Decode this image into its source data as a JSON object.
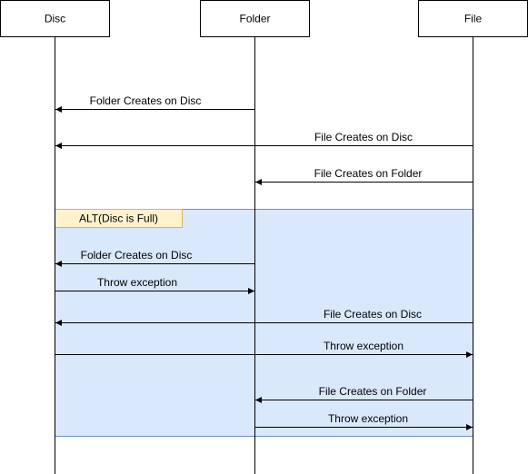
{
  "participants": [
    {
      "id": "disc",
      "label": "Disc"
    },
    {
      "id": "folder",
      "label": "Folder"
    },
    {
      "id": "file",
      "label": "File"
    }
  ],
  "alt_fragment": {
    "label": "ALT(Disc is Full)",
    "fill_color": "#dae8fc",
    "border_color": "#6c8ebf",
    "tab_fill_color": "#fff2cc",
    "tab_border_color": "#d6b656"
  },
  "messages": [
    {
      "label": "Folder Creates on Disc",
      "from": "folder",
      "to": "disc"
    },
    {
      "label": "File Creates on Disc",
      "from": "file",
      "to": "disc"
    },
    {
      "label": "File Creates on Folder",
      "from": "file",
      "to": "folder"
    },
    {
      "label": "Folder Creates on Disc",
      "from": "folder",
      "to": "disc"
    },
    {
      "label": "Throw exception",
      "from": "disc",
      "to": "folder"
    },
    {
      "label": "File Creates on Disc",
      "from": "file",
      "to": "disc"
    },
    {
      "label": "Throw exception",
      "from": "disc",
      "to": "file"
    },
    {
      "label": "File Creates on Folder",
      "from": "file",
      "to": "folder"
    },
    {
      "label": "Throw exception",
      "from": "folder",
      "to": "file"
    }
  ]
}
